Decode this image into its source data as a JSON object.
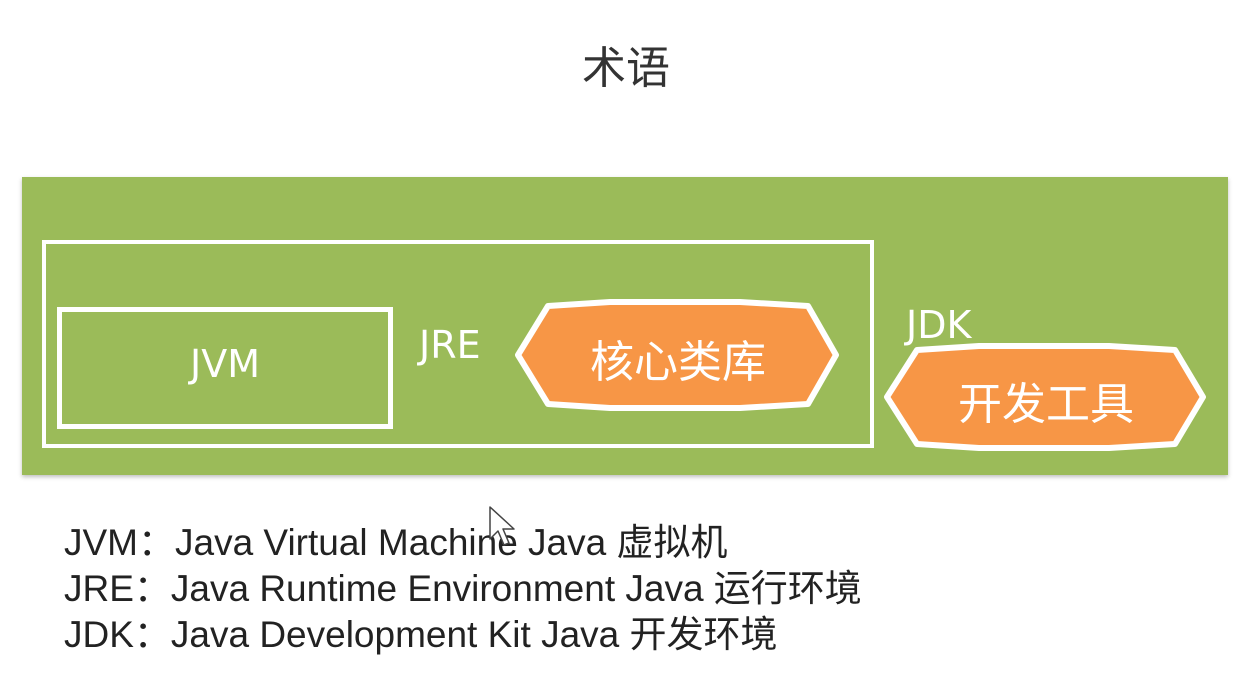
{
  "slide": {
    "title": "术语"
  },
  "diagram": {
    "jvm_label": "JVM",
    "jre_label": "JRE",
    "jdk_label": "JDK",
    "core_library_label": "核心类库",
    "dev_tools_label": "开发工具",
    "colors": {
      "green_fill": "#9bbb59",
      "orange_fill": "#f79646",
      "border": "#ffffff"
    }
  },
  "legend": {
    "rows": [
      "JVM：Java Virtual Machine   Java 虚拟机",
      "JRE：Java Runtime Environment  Java 运行环境",
      "JDK：Java Development Kit Java 开发环境"
    ]
  },
  "icons": {
    "cursor": "mouse-pointer-icon"
  }
}
